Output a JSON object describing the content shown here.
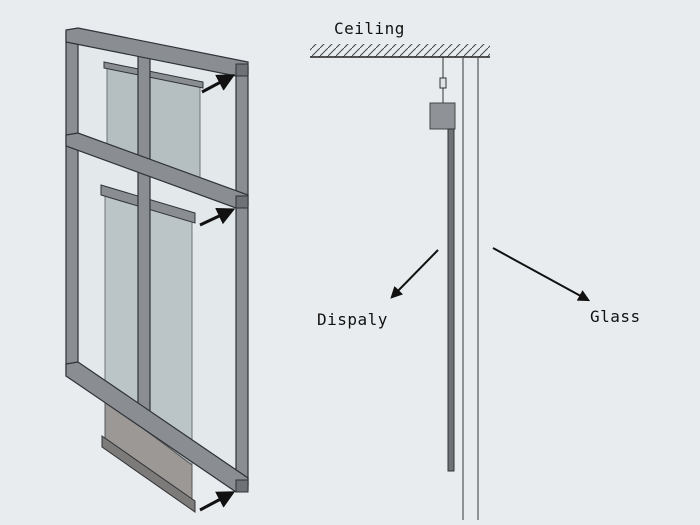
{
  "labels": {
    "ceiling": "Ceiling",
    "display": "Dispaly",
    "glass": "Glass"
  },
  "colors": {
    "background": "#e9ecee",
    "frame_stroke": "#2f3236",
    "frame_fill": "#8a8e93",
    "glass_fill": "#c9d0d4",
    "display_fill": "#a9b2b3",
    "display_bottom_fill": "#9a9896",
    "arrow": "#111111"
  }
}
